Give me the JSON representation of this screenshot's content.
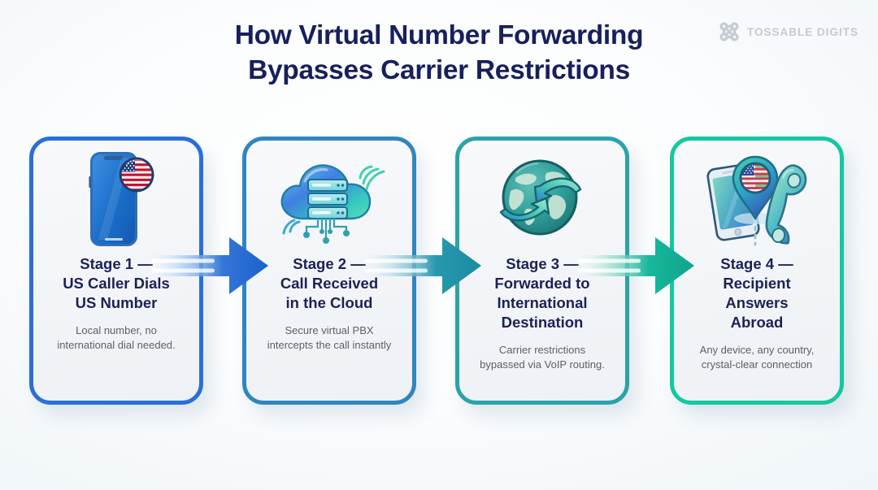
{
  "header": {
    "title": "How Virtual Number Forwarding\nBypasses Carrier Restrictions",
    "brand_name": "TOSSABLE DIGITS",
    "brand_icon": "command-knot-icon",
    "title_color": "#17205c",
    "brand_color": "#c5c9d0"
  },
  "background": {
    "color": "#f2f7fa"
  },
  "stages": [
    {
      "heading": "Stage 1 —\nUS Caller Dials\nUS Number",
      "body": "Local number, no\ninternational dial needed.",
      "icon": "smartphone-us-flag-icon",
      "border_color": "#2a6fd6"
    },
    {
      "heading": "Stage 2 —\nCall Received\nin the Cloud",
      "body": "Secure virtual PBX\nintercepts the call instantly",
      "icon": "cloud-server-icon",
      "border_color": "#2f86bf"
    },
    {
      "heading": "Stage 3 —\nForwarded to\nInternational\nDestination",
      "body": "Carrier restrictions\nbypassed via VoIP routing.",
      "icon": "globe-arrows-icon",
      "border_color": "#2aa3ab"
    },
    {
      "heading": "Stage 4 —\nRecipient\nAnswers\nAbroad",
      "body": "Any device, any country,\ncrystal-clear connection",
      "icon": "phone-location-pin-icon",
      "border_color": "#14c8a0"
    }
  ],
  "arrows": [
    {
      "name": "arrow-stage1-to-stage2",
      "color_start": "#bcd6f4",
      "color_end": "#1d63cf"
    },
    {
      "name": "arrow-stage2-to-stage3",
      "color_start": "#cfe5ec",
      "color_end": "#1e93a8"
    },
    {
      "name": "arrow-stage3-to-stage4",
      "color_start": "#cfeee6",
      "color_end": "#0fad95"
    }
  ]
}
